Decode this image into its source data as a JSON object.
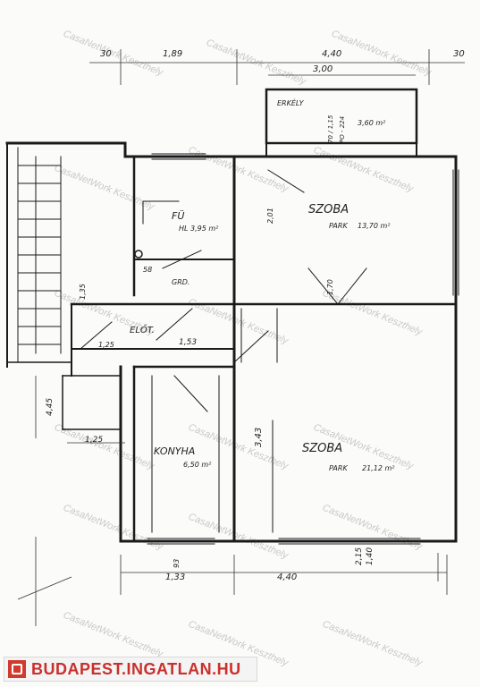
{
  "dimensions": {
    "left_margin": "30",
    "top_a": "1,89",
    "top_b": "4,40",
    "right_margin": "30",
    "balcony_width": "3,00",
    "bottom_a": "1,33",
    "bottom_b": "4,40",
    "left_height": "4,45",
    "small_width": "1,25",
    "vertical_2_15": "2,15",
    "vertical_1_40": "1,40",
    "vertical_3_43": "3,43",
    "vertical_2_01": "2,01",
    "vertical_1_70": "1,70",
    "vertical_1_35": "1,35",
    "vertical_1_25": "1,25",
    "dim_1_53": "1,53",
    "dim_58": "58",
    "dim_93": "93"
  },
  "rooms": {
    "balcony": {
      "name": "ERKÉLY",
      "area": "3,60 m²",
      "note1": "70 / 1,15",
      "note2": "PO - 224"
    },
    "room1": {
      "name": "SZOBA",
      "floor": "PARK",
      "area": "13,70 m²"
    },
    "room2": {
      "name": "SZOBA",
      "floor": "PARK",
      "area": "21,12 m²"
    },
    "bath": {
      "name": "FÜ",
      "area": "HL 3,95 m²"
    },
    "kitchen": {
      "name": "KONYHA",
      "area": "6,50 m²"
    },
    "hall": {
      "name": "ELŐT."
    },
    "wc": {
      "name": "GRD."
    }
  },
  "footer": {
    "brand": "BUDAPEST.INGATLAN.HU"
  },
  "watermark": {
    "text": "CasaNetWork Keszthely"
  }
}
